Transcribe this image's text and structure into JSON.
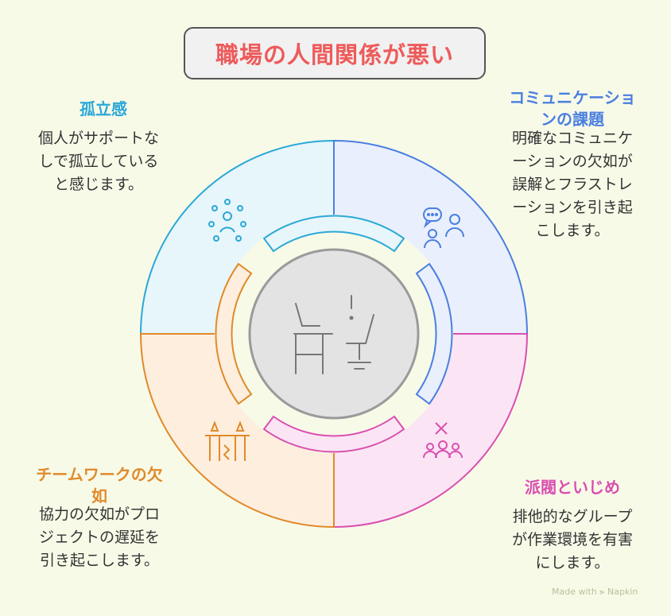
{
  "title": "職場の人間関係が悪い",
  "sections": {
    "isolation": {
      "heading": "孤立感",
      "lines": [
        "個人がサポートな",
        "しで孤立している",
        "と感じます。"
      ],
      "color": "#2aa8d8",
      "icon": "people-circle-icon"
    },
    "communication": {
      "heading_lines": [
        "コミュニケーショ",
        "ンの課題"
      ],
      "lines": [
        "明確なコミュニケ",
        "ーションの欠如が",
        "誤解とフラストレ",
        "ーションを引き起",
        "こします。"
      ],
      "color": "#4a7fe0",
      "icon": "chat-bubble-people-icon"
    },
    "teamwork": {
      "heading_lines": [
        "チームワークの欠",
        "如"
      ],
      "lines": [
        "協力の欠如がプロ",
        "ジェクトの遅延を",
        "引き起こします。"
      ],
      "color": "#e08a2a",
      "icon": "broken-pillars-icon"
    },
    "cliques": {
      "heading": "派閥といじめ",
      "lines": [
        "排他的なグループ",
        "が作業環境を有害",
        "にします。"
      ],
      "color": "#d94fb0",
      "icon": "group-conflict-icon"
    }
  },
  "center_icon": "empty-desk-icon",
  "credit": "Made with ⪢ Napkin"
}
